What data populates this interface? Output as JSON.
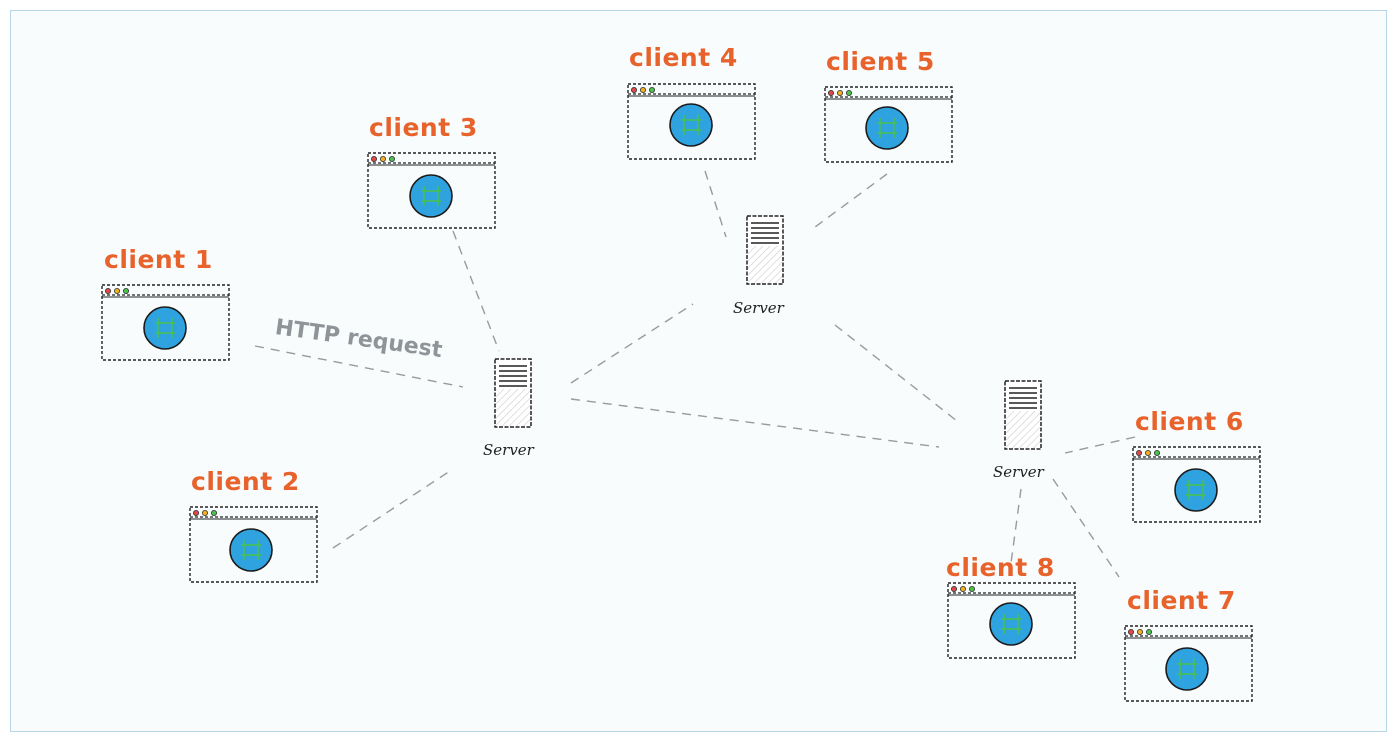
{
  "nodes": {
    "clients": [
      {
        "label": "client 1"
      },
      {
        "label": "client 2"
      },
      {
        "label": "client 3"
      },
      {
        "label": "client 4"
      },
      {
        "label": "client 5"
      },
      {
        "label": "client 6"
      },
      {
        "label": "client 7"
      },
      {
        "label": "client 8"
      }
    ],
    "servers": [
      {
        "label": "Server"
      },
      {
        "label": "Server"
      },
      {
        "label": "Server"
      }
    ]
  },
  "edge_label": "HTTP request",
  "colors": {
    "client_label": "#e8622b",
    "edge": "#9a9a9a",
    "globe": "#2fa3e0",
    "globe_grid": "#49c24a",
    "background": "#f8fcfd",
    "border": "#b7d7e8"
  },
  "icons": {
    "client": "browser-window-globe-icon",
    "server": "server-tower-icon"
  }
}
